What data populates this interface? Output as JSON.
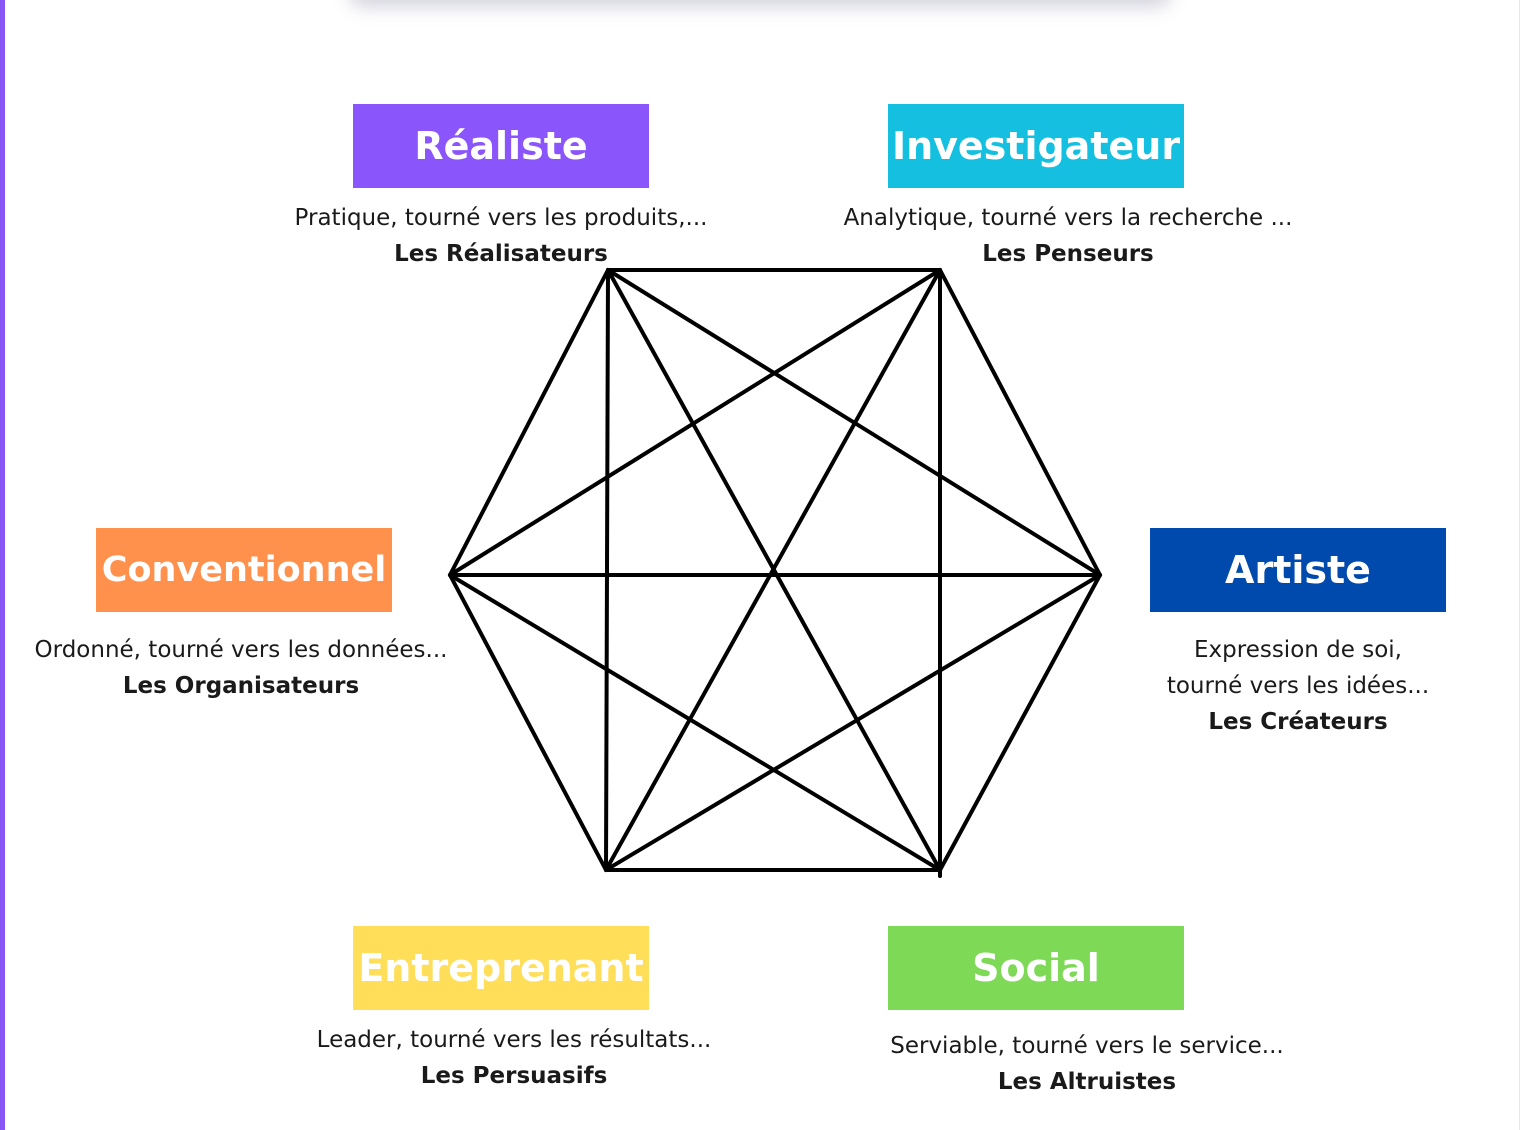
{
  "types": {
    "realiste": {
      "name": "Réaliste",
      "color": "#8a55fb",
      "description": "Pratique, tourné vers les produits,...",
      "group": "Les Réalisateurs"
    },
    "investigateur": {
      "name": "Investigateur",
      "color": "#14bfdf",
      "description": "Analytique, tourné vers la recherche ...",
      "group": "Les Penseurs"
    },
    "artiste": {
      "name": "Artiste",
      "color": "#004aad",
      "description_line1": "Expression de soi,",
      "description_line2": "tourné vers les idées...",
      "group": "Les Créateurs"
    },
    "social": {
      "name": "Social",
      "color": "#7ed957",
      "description": "Serviable, tourné vers le service...",
      "group": "Les Altruistes"
    },
    "entreprenant": {
      "name": "Entreprenant",
      "color": "#ffde59",
      "description": "Leader, tourné vers les résultats...",
      "group": "Les Persuasifs"
    },
    "conventionnel": {
      "name": "Conventionnel",
      "color": "#ff914d",
      "description": "Ordonné, tourné vers les données...",
      "group": "Les Organisateurs"
    }
  }
}
